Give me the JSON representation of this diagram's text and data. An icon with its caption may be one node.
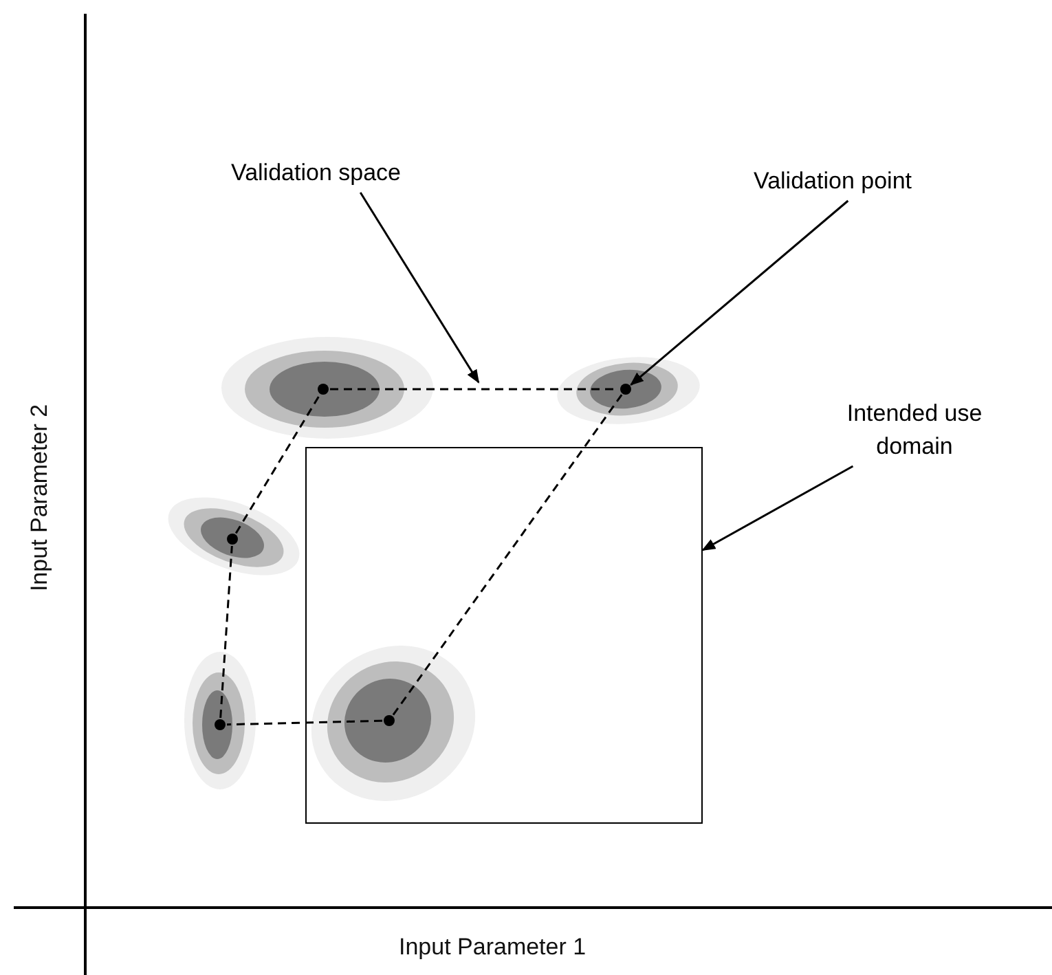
{
  "diagram": {
    "nodes": [
      {
        "text": [
          "Validation space"
        ]
      },
      {
        "text": [
          "Validation point"
        ]
      },
      {
        "text": [],
        "shape": "circle"
      },
      {
        "text": [],
        "shape": "circle"
      },
      {
        "text": [
          "Intended use domain"
        ]
      },
      {
        "text": [],
        "shape": "circle"
      },
      {
        "text": [],
        "shape": "box"
      },
      {
        "text": [],
        "shape": "circle"
      },
      {
        "text": [],
        "shape": "circle",
        "in": 6
      }
    ],
    "edges": [
      {
        "from": 2,
        "to": 3,
        "arrow": "none",
        "style": "dashed"
      },
      {
        "from": 3,
        "to": 8,
        "arrow": "none",
        "style": "dashed"
      },
      {
        "from": 8,
        "to": 7,
        "arrow": "none",
        "style": "dashed"
      },
      {
        "from": 7,
        "to": 5,
        "arrow": "none",
        "style": "dashed"
      },
      {
        "from": 5,
        "to": 2,
        "arrow": "none",
        "style": "dashed"
      },
      {
        "from": 0,
        "to": null,
        "arrow": "to"
      },
      {
        "from": 1,
        "to": 3,
        "arrow": "to"
      },
      {
        "from": 4,
        "to": 6,
        "arrow": "to"
      }
    ],
    "labels": [
      "Input Parameter 2",
      "Input Parameter 1"
    ]
  }
}
